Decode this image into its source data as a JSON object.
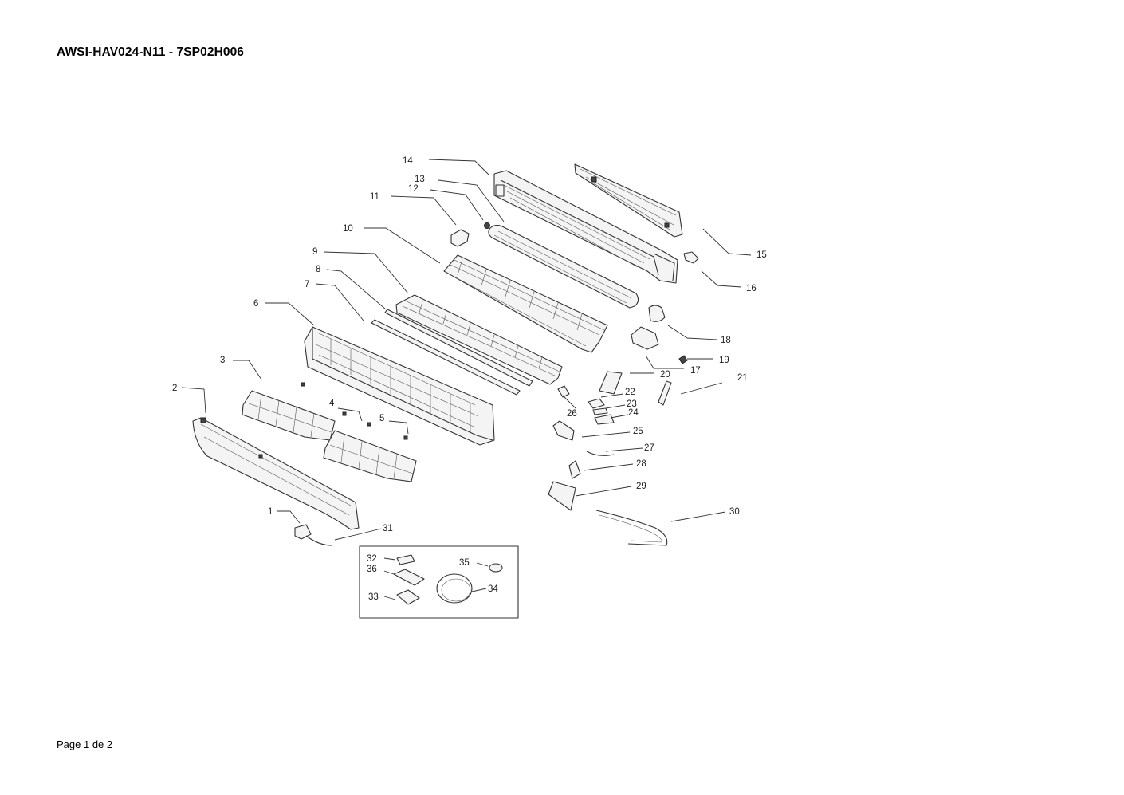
{
  "document": {
    "title": "AWSI-HAV024-N11 - 7SP02H006",
    "footer": "Page 1 de 2"
  },
  "parts": [
    {
      "id": "p1",
      "label": "1"
    },
    {
      "id": "p2",
      "label": "2"
    },
    {
      "id": "p3",
      "label": "3"
    },
    {
      "id": "p4",
      "label": "4"
    },
    {
      "id": "p5",
      "label": "5"
    },
    {
      "id": "p6",
      "label": "6"
    },
    {
      "id": "p7",
      "label": "7"
    },
    {
      "id": "p8",
      "label": "8"
    },
    {
      "id": "p9",
      "label": "9"
    },
    {
      "id": "p10",
      "label": "10"
    },
    {
      "id": "p11",
      "label": "11"
    },
    {
      "id": "p12",
      "label": "12"
    },
    {
      "id": "p13",
      "label": "13"
    },
    {
      "id": "p14",
      "label": "14"
    },
    {
      "id": "p15",
      "label": "15"
    },
    {
      "id": "p16",
      "label": "16"
    },
    {
      "id": "p17",
      "label": "17"
    },
    {
      "id": "p18",
      "label": "18"
    },
    {
      "id": "p19",
      "label": "19"
    },
    {
      "id": "p20",
      "label": "20"
    },
    {
      "id": "p21",
      "label": "21"
    },
    {
      "id": "p22",
      "label": "22"
    },
    {
      "id": "p23",
      "label": "23"
    },
    {
      "id": "p24",
      "label": "24"
    },
    {
      "id": "p25",
      "label": "25"
    },
    {
      "id": "p26",
      "label": "26"
    },
    {
      "id": "p27",
      "label": "27"
    },
    {
      "id": "p28",
      "label": "28"
    },
    {
      "id": "p29",
      "label": "29"
    },
    {
      "id": "p30",
      "label": "30"
    },
    {
      "id": "p31",
      "label": "31"
    },
    {
      "id": "p32",
      "label": "32"
    },
    {
      "id": "p33",
      "label": "33"
    },
    {
      "id": "p34",
      "label": "34"
    },
    {
      "id": "p35",
      "label": "35"
    },
    {
      "id": "p36",
      "label": "36"
    }
  ]
}
